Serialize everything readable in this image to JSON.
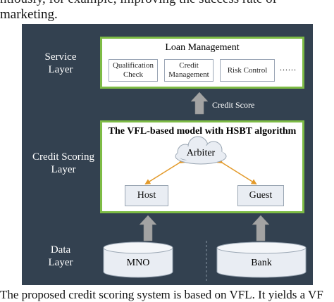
{
  "document": {
    "line_partial": "ntiously, for example, improving the success rate of",
    "line_visible": "marketing.",
    "caption": "The proposed credit scoring system is based on VFL. It yields a VF"
  },
  "diagram": {
    "layers": {
      "service": "Service\nLayer",
      "credit_scoring": "Credit Scoring\nLayer",
      "data": "Data\nLayer"
    },
    "loan_management": {
      "title": "Loan Management",
      "modules": [
        "Qualification\nCheck",
        "Credit\nManagement",
        "Risk Control"
      ],
      "more": "......"
    },
    "flow_label": "Credit Score",
    "model": {
      "title": "The VFL-based model with HSBT algorithm",
      "arbiter": "Arbiter",
      "host": "Host",
      "guest": "Guest"
    },
    "data_sources": [
      "MNO",
      "Bank"
    ],
    "colors": {
      "panel": "#334150",
      "layer_border": "#7dbb45",
      "arrow_fill": "#a3a3a3",
      "link": "#e39a2a",
      "node_fill": "#e9edf3"
    }
  }
}
